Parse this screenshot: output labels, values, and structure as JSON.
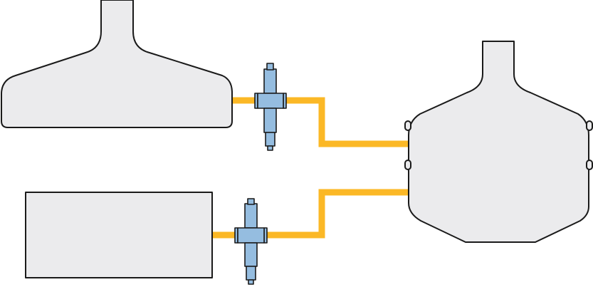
{
  "colors": {
    "vessel_fill": "#ebebed",
    "outline": "#1a1a1a",
    "pipe": "#fbb826",
    "valve_fill": "#95bde0",
    "background": "#ffffff"
  },
  "components": {
    "tanks": [
      {
        "name": "flask-tank",
        "shape": "wide-bottom flask with neck"
      },
      {
        "name": "rectangular-tank",
        "shape": "rectangle"
      },
      {
        "name": "reactor-vessel",
        "shape": "round vessel with neck and side lugs"
      }
    ],
    "valves": [
      {
        "name": "upper-valve",
        "orientation": "vertical"
      },
      {
        "name": "lower-valve",
        "orientation": "vertical"
      }
    ],
    "pipes": [
      {
        "name": "upper-pipe",
        "from": "flask-tank",
        "to": "reactor-vessel"
      },
      {
        "name": "lower-pipe",
        "from": "rectangular-tank",
        "to": "reactor-vessel"
      }
    ]
  }
}
